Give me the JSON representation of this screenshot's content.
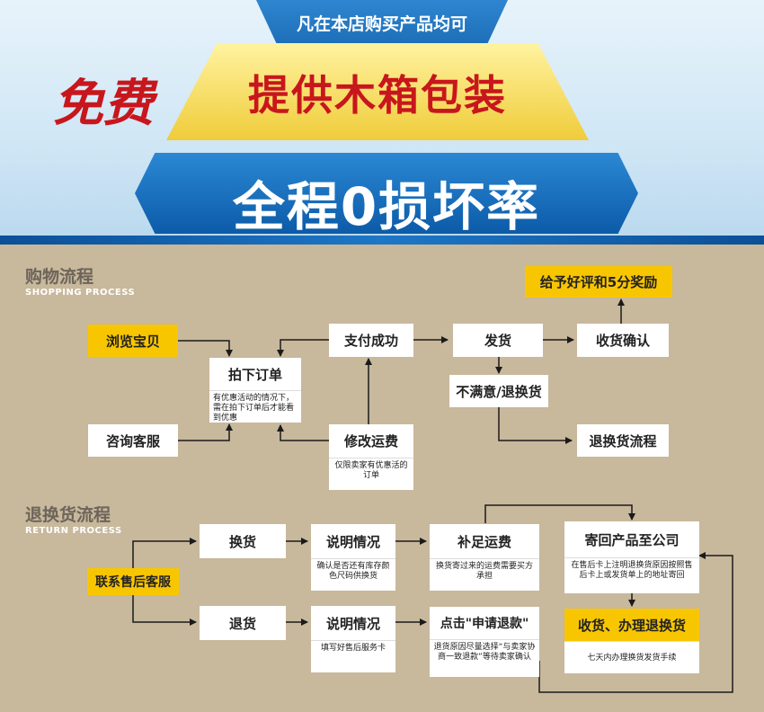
{
  "banner": {
    "subtitle": "凡在本店购买产品均可",
    "free": "免费",
    "wooden_box": "提供木箱包装",
    "zero_damage": "全程0损坏率"
  },
  "shopping": {
    "title": "购物流程",
    "title_en": "SHOPPING PROCESS",
    "browse": "浏览宝贝",
    "order": "拍下订单",
    "order_note": "有优惠活动的情况下，需在拍下订单后才能看到优惠",
    "consult": "咨询客服",
    "paid": "支付成功",
    "modify": "修改运费",
    "modify_note": "仅限卖家有优惠活的订单",
    "ship": "发货",
    "receive": "收货确认",
    "reward": "给予好评和5分奖励",
    "unsatisfied": "不满意/退换货",
    "return_flow": "退换货流程"
  },
  "returns": {
    "title": "退换货流程",
    "title_en": "RETURN PROCESS",
    "contact": "联系售后客服",
    "exchange": "换货",
    "refund": "退货",
    "explain1": "说明情况",
    "explain1_note": "确认是否还有库存颜色尺码供换货",
    "explain2": "说明情况",
    "explain2_note": "填写好售后服务卡",
    "shipping_fee": "补足运费",
    "shipping_fee_note": "换货寄过来的运费需要买方承担",
    "apply": "点击\"申请退款\"",
    "apply_note": "退货原因尽量选择“与卖家协商一致退款”等待卖家确认",
    "send_back": "寄回产品至公司",
    "send_back_note": "在售后卡上注明退换货原因按照售后卡上或发货单上的地址寄回",
    "receive_exchange": "收货、办理退换货",
    "receive_exchange_note": "七天内办理换货发货手续"
  }
}
